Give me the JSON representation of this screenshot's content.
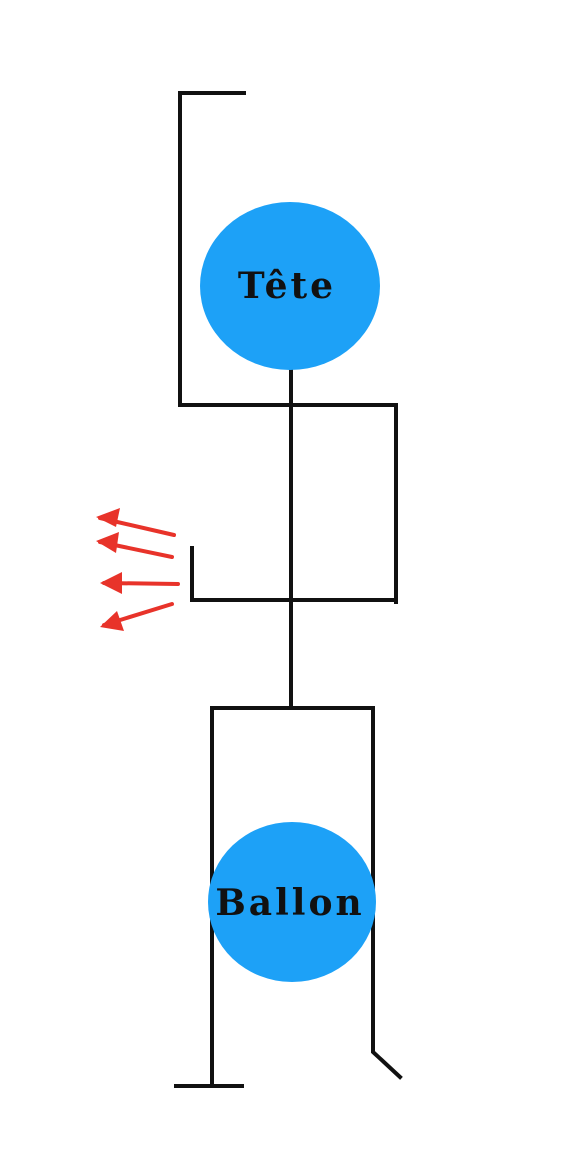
{
  "colors": {
    "background": "#ffffff",
    "line": "#111111",
    "node_fill": "#1da1f7",
    "arrow": "#e8332a"
  },
  "nodes": {
    "head": {
      "label": "Tête"
    },
    "balloon": {
      "label": "Ballon"
    }
  },
  "arrows": {
    "count": 4,
    "direction": "left"
  }
}
